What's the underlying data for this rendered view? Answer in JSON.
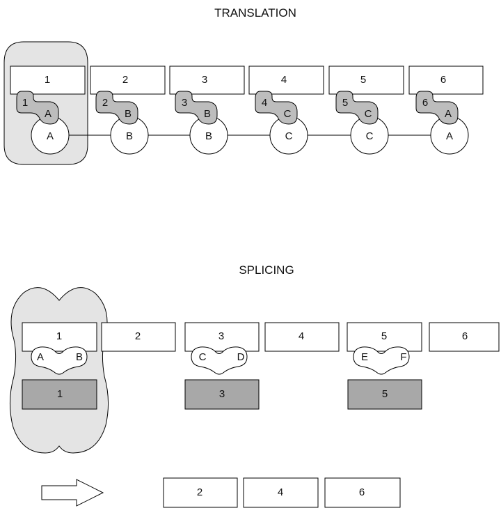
{
  "translation": {
    "title": "TRANSLATION",
    "units": [
      {
        "box_label": "1",
        "adaptor_label": "1",
        "adaptor_letter": "A",
        "circle_label": "A"
      },
      {
        "box_label": "2",
        "adaptor_label": "2",
        "adaptor_letter": "B",
        "circle_label": "B"
      },
      {
        "box_label": "3",
        "adaptor_label": "3",
        "adaptor_letter": "B",
        "circle_label": "B"
      },
      {
        "box_label": "4",
        "adaptor_label": "4",
        "adaptor_letter": "C",
        "circle_label": "C"
      },
      {
        "box_label": "5",
        "adaptor_label": "5",
        "adaptor_letter": "C",
        "circle_label": "C"
      },
      {
        "box_label": "6",
        "adaptor_label": "6",
        "adaptor_letter": "A",
        "circle_label": "A"
      }
    ]
  },
  "splicing": {
    "title": "SPLICING",
    "segments": [
      "1",
      "2",
      "3",
      "4",
      "5",
      "6"
    ],
    "spliceosomes": [
      {
        "left_letter": "A",
        "right_letter": "B",
        "gray_label": "1"
      },
      {
        "left_letter": "C",
        "right_letter": "D",
        "gray_label": "3"
      },
      {
        "left_letter": "E",
        "right_letter": "F",
        "gray_label": "5"
      }
    ],
    "result": [
      "2",
      "4",
      "6"
    ]
  },
  "colors": {
    "gray_fill": "#a8a8a8",
    "adaptor_fill": "#bdbdbd",
    "blob_fill": "#e4e4e4"
  },
  "icons": {
    "arrow": "right-arrow-icon"
  }
}
